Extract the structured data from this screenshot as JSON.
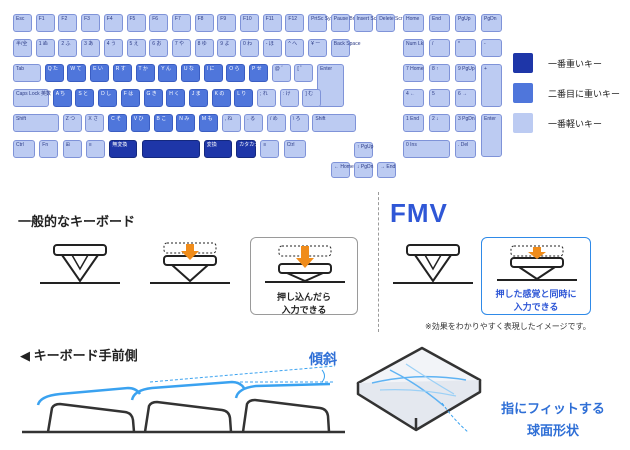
{
  "keyboard": {
    "rows": [
      [
        [
          "Esc",
          3
        ],
        [
          "F1",
          3
        ],
        [
          "F2",
          3
        ],
        [
          "F3",
          3
        ],
        [
          "F4",
          3
        ],
        [
          "F5",
          3
        ],
        [
          "F6",
          3
        ],
        [
          "F7",
          3
        ],
        [
          "F8",
          3
        ],
        [
          "F9",
          3
        ],
        [
          "F10",
          3
        ],
        [
          "F11",
          3
        ],
        [
          "F12",
          3
        ],
        [
          "PrtSc SysRq",
          3
        ],
        [
          "Pause Break",
          3
        ],
        [
          "Insert Scr Lk",
          3
        ],
        [
          "Delete Scr Lk",
          3
        ]
      ],
      [
        [
          "半/全",
          3
        ],
        [
          "1 ぬ",
          3
        ],
        [
          "2 ふ",
          3
        ],
        [
          "3 あ",
          3
        ],
        [
          "4 う",
          3
        ],
        [
          "5 え",
          3
        ],
        [
          "6 お",
          3
        ],
        [
          "7 や",
          3
        ],
        [
          "8 ゆ",
          3
        ],
        [
          "9 よ",
          3
        ],
        [
          "0 わ",
          3
        ],
        [
          "- ほ",
          3
        ],
        [
          "^ へ",
          3
        ],
        [
          "¥ ー",
          3
        ],
        [
          "Back Space",
          3
        ]
      ],
      [
        [
          "Tab",
          3
        ],
        [
          "Q た",
          2
        ],
        [
          "W て",
          2
        ],
        [
          "E い",
          2
        ],
        [
          "R す",
          2
        ],
        [
          "T か",
          2
        ],
        [
          "Y ん",
          2
        ],
        [
          "U な",
          2
        ],
        [
          "I に",
          2
        ],
        [
          "O ら",
          2
        ],
        [
          "P せ",
          2
        ],
        [
          "@ ゛",
          3
        ],
        [
          "[ ゜",
          3
        ],
        [
          "Enter",
          3
        ]
      ],
      [
        [
          "Caps Lock 英数",
          3
        ],
        [
          "A ち",
          2
        ],
        [
          "S と",
          2
        ],
        [
          "D し",
          2
        ],
        [
          "F は",
          2
        ],
        [
          "G き",
          2
        ],
        [
          "H く",
          2
        ],
        [
          "J ま",
          2
        ],
        [
          "K の",
          2
        ],
        [
          "L り",
          2
        ],
        [
          "; れ",
          3
        ],
        [
          ": け",
          3
        ],
        [
          "] む",
          3
        ]
      ],
      [
        [
          "Shift",
          3
        ],
        [
          "Z つ",
          3
        ],
        [
          "X さ",
          3
        ],
        [
          "C そ",
          2
        ],
        [
          "V ひ",
          2
        ],
        [
          "B こ",
          2
        ],
        [
          "N み",
          2
        ],
        [
          "M も",
          2
        ],
        [
          ", ね",
          3
        ],
        [
          ". る",
          3
        ],
        [
          "/ め",
          3
        ],
        [
          "\\ ろ",
          3
        ],
        [
          "Shift",
          3
        ]
      ],
      [
        [
          "Ctrl",
          3
        ],
        [
          "Fn",
          3
        ],
        [
          "⊞",
          3
        ],
        [
          "≡",
          3
        ],
        [
          "無変換",
          1
        ],
        [
          "",
          1
        ],
        [
          "変換",
          1
        ],
        [
          "カタカナ ひらがな",
          1
        ],
        [
          "≡",
          3
        ],
        [
          "Ctrl",
          3
        ]
      ]
    ],
    "nav_rows": [
      [
        [
          "Home",
          3
        ],
        [
          "End",
          3
        ],
        [
          "PgUp",
          3
        ],
        [
          "PgDn",
          3
        ]
      ],
      [
        [
          "Num Lk",
          3
        ],
        [
          "/",
          3
        ],
        [
          "*",
          3
        ],
        [
          "-",
          3
        ]
      ],
      [
        [
          "7 Home",
          3
        ],
        [
          "8 ↑",
          3
        ],
        [
          "9 PgUp",
          3
        ],
        [
          "+",
          3
        ]
      ],
      [
        [
          "4 ←",
          3
        ],
        [
          "5",
          3
        ],
        [
          "6 →",
          3
        ]
      ],
      [
        [
          "1 End",
          3
        ],
        [
          "2 ↓",
          3
        ],
        [
          "3 PgDn",
          3
        ],
        [
          "Enter",
          3
        ]
      ],
      [
        [
          "0 Ins",
          3
        ],
        [
          ". Del",
          3
        ]
      ]
    ],
    "arrows": [
      [
        "↑ PgUp",
        3
      ],
      [
        "← Home",
        3
      ],
      [
        "↓ PgDn",
        3
      ],
      [
        "→ End",
        3
      ]
    ]
  },
  "legend": [
    {
      "label": "一番重いキー",
      "color": "#1e36a8"
    },
    {
      "label": "二番目に重いキー",
      "color": "#4f76db"
    },
    {
      "label": "一番軽いキー",
      "color": "#bccbf2"
    }
  ],
  "general": {
    "title": "一般的なキーボード",
    "caption": "押し込んだら\n入力できる"
  },
  "fmv": {
    "title": "FMV",
    "caption": "押した感覚と同時に\n入力できる"
  },
  "note": "※効果をわかりやすく表現したイメージです。",
  "front": {
    "title": "◀ キーボード手前側",
    "tilt_label": "傾斜",
    "surface_label": "指にフィットする\n球面形状"
  },
  "colors": {
    "accent": "#2f57d6",
    "arrow": "#f08c1a",
    "light_blue": "#3aa2f0"
  }
}
